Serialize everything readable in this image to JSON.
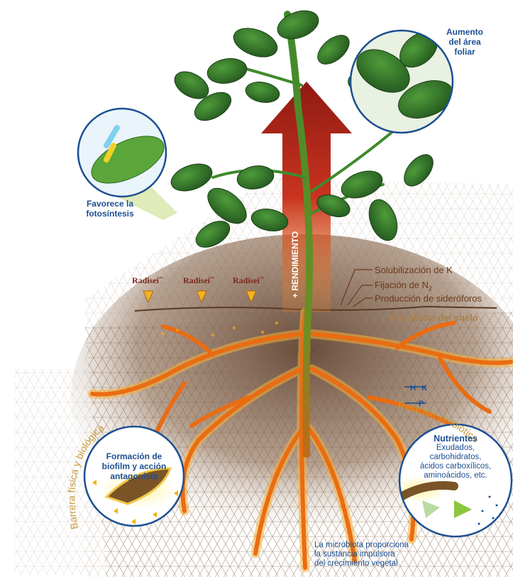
{
  "labels": {
    "leaf_area": [
      "Aumento",
      "del área",
      "foliar"
    ],
    "photosynthesis": [
      "Favorece la",
      "fotosíntesis"
    ],
    "yield_arrow": "+ RENDIMIENTO",
    "radisei": [
      "Radisei",
      "Radisei",
      "Radisei"
    ],
    "radisei_mark": "™",
    "solubilization": "Solubilización de K",
    "fixation_prefix": "Fijación de N",
    "fixation_sub": "2",
    "siderophores": "Producción de sideróforos",
    "soil_microbiota": "Microbiota del suelo",
    "biofilm": [
      "Formación de",
      "biofilm y acción",
      "antagonista"
    ],
    "barrier": "Barrera física y biológica",
    "symbiotic": "Relación simbiótica",
    "nutrients_title": "Nutrientes",
    "nutrients_items": [
      "Exudados,",
      "carbohidratos,",
      "ácidos carboxílicos,",
      "aminoácidos, etc."
    ],
    "nutrient_symbols": [
      "H",
      "K",
      "P"
    ],
    "caption": [
      "La microbiota proporciona",
      "la sustancia impulsora",
      "del crecimiento vegetal"
    ]
  },
  "colors": {
    "label_blue": "#1d4f91",
    "label_brown": "#6b3a1c",
    "arrow_red": "#c0281c",
    "root_orange": "#f07818",
    "leaf_green": "#2f7a2a",
    "soil_brown": "#5a3a22"
  }
}
